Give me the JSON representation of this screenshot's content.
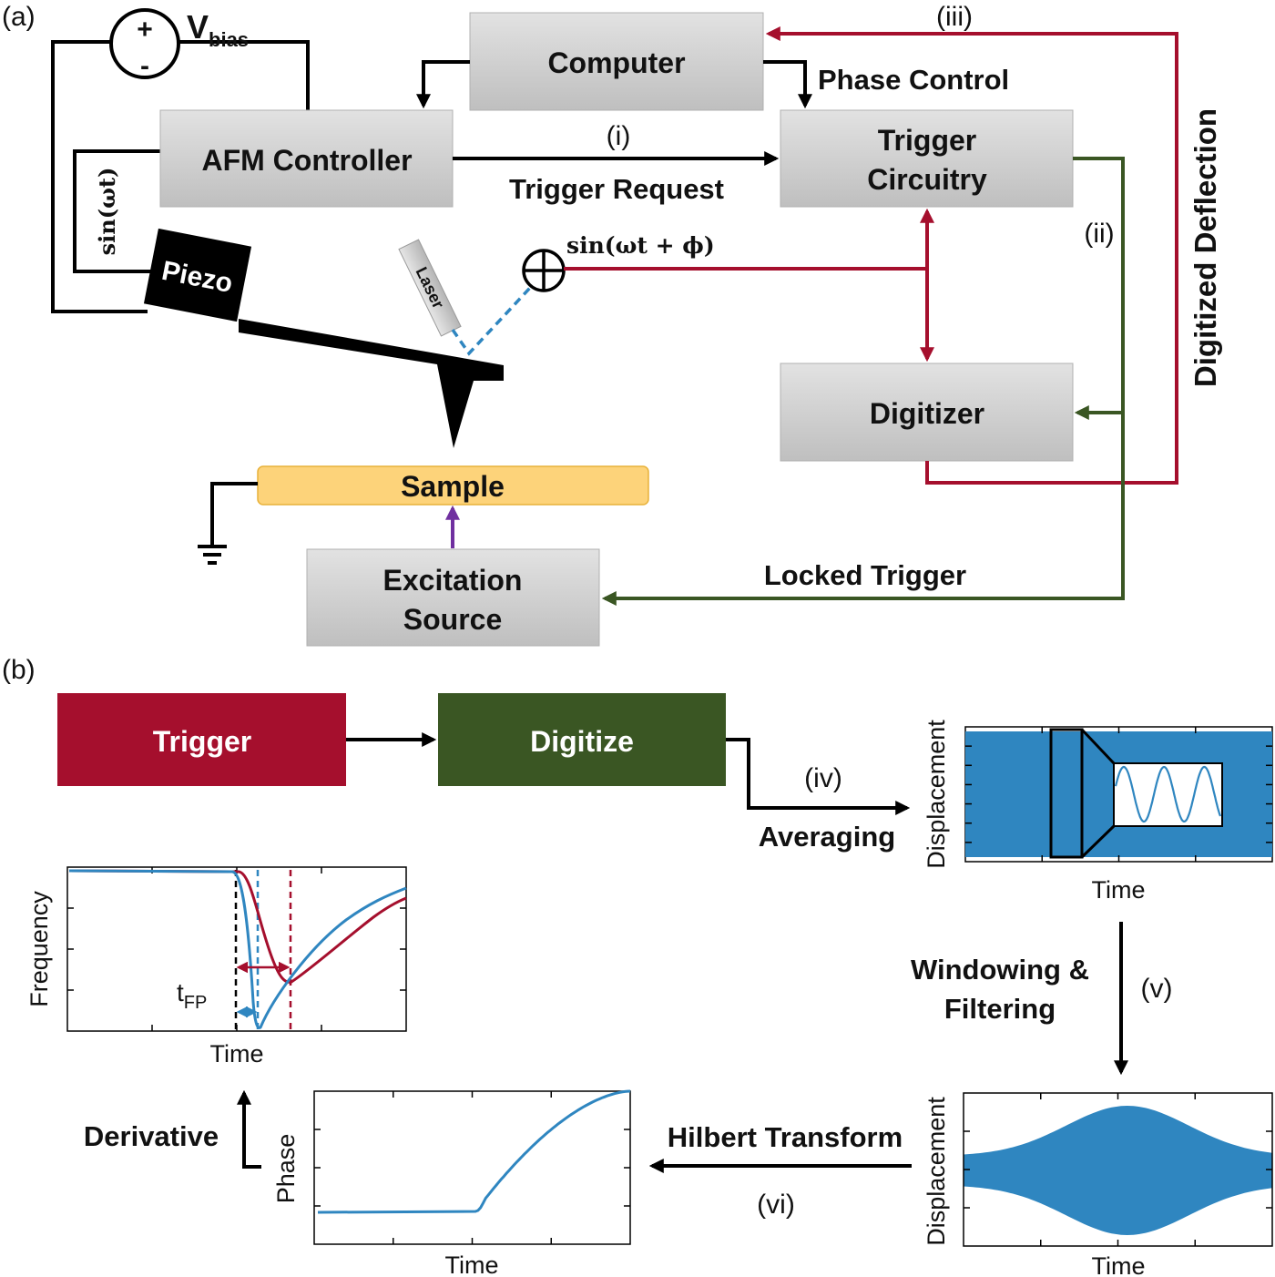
{
  "panel_a": {
    "label": "(a)",
    "bias": {
      "v": "V",
      "sub": "bias",
      "plus": "+",
      "minus": "-"
    },
    "computer": "Computer",
    "afm_controller": "AFM Controller",
    "trigger_circuitry": [
      "Trigger",
      "Circuitry"
    ],
    "digitizer": "Digitizer",
    "excitation_source": [
      "Excitation",
      "Source"
    ],
    "sample": "Sample",
    "piezo": "Piezo",
    "laser": "Laser",
    "drive_signal": "sin(ωt)",
    "mixed_signal": "sin(ωt + ϕ)",
    "phase_control": "Phase Control",
    "trigger_request": "Trigger Request",
    "locked_trigger": "Locked Trigger",
    "digitized_deflection": "Digitized Deflection",
    "step_i": "(i)",
    "step_ii": "(ii)",
    "step_iii": "(iii)"
  },
  "panel_b": {
    "label": "(b)",
    "trigger": "Trigger",
    "digitize": "Digitize",
    "step_iv": "(iv)",
    "averaging": "Averaging",
    "windowing": [
      "Windowing &",
      "Filtering"
    ],
    "step_v": "(v)",
    "hilbert": "Hilbert Transform",
    "step_vi": "(vi)",
    "derivative": "Derivative",
    "tfp": {
      "t": "t",
      "sub": "FP"
    },
    "plots": {
      "avg": {
        "xlabel": "Time",
        "ylabel": "Displacement"
      },
      "windowed": {
        "xlabel": "Time",
        "ylabel": "Displacement"
      },
      "phase": {
        "xlabel": "Time",
        "ylabel": "Phase"
      },
      "frequency": {
        "xlabel": "Time",
        "ylabel": "Frequency"
      }
    }
  },
  "colors": {
    "red": "#a50f2d",
    "green": "#3a5623",
    "blue": "#2f86c0",
    "purple": "#7030a0",
    "sample_fill": "#fdd37a",
    "box_gray": "#cfcfcf"
  }
}
